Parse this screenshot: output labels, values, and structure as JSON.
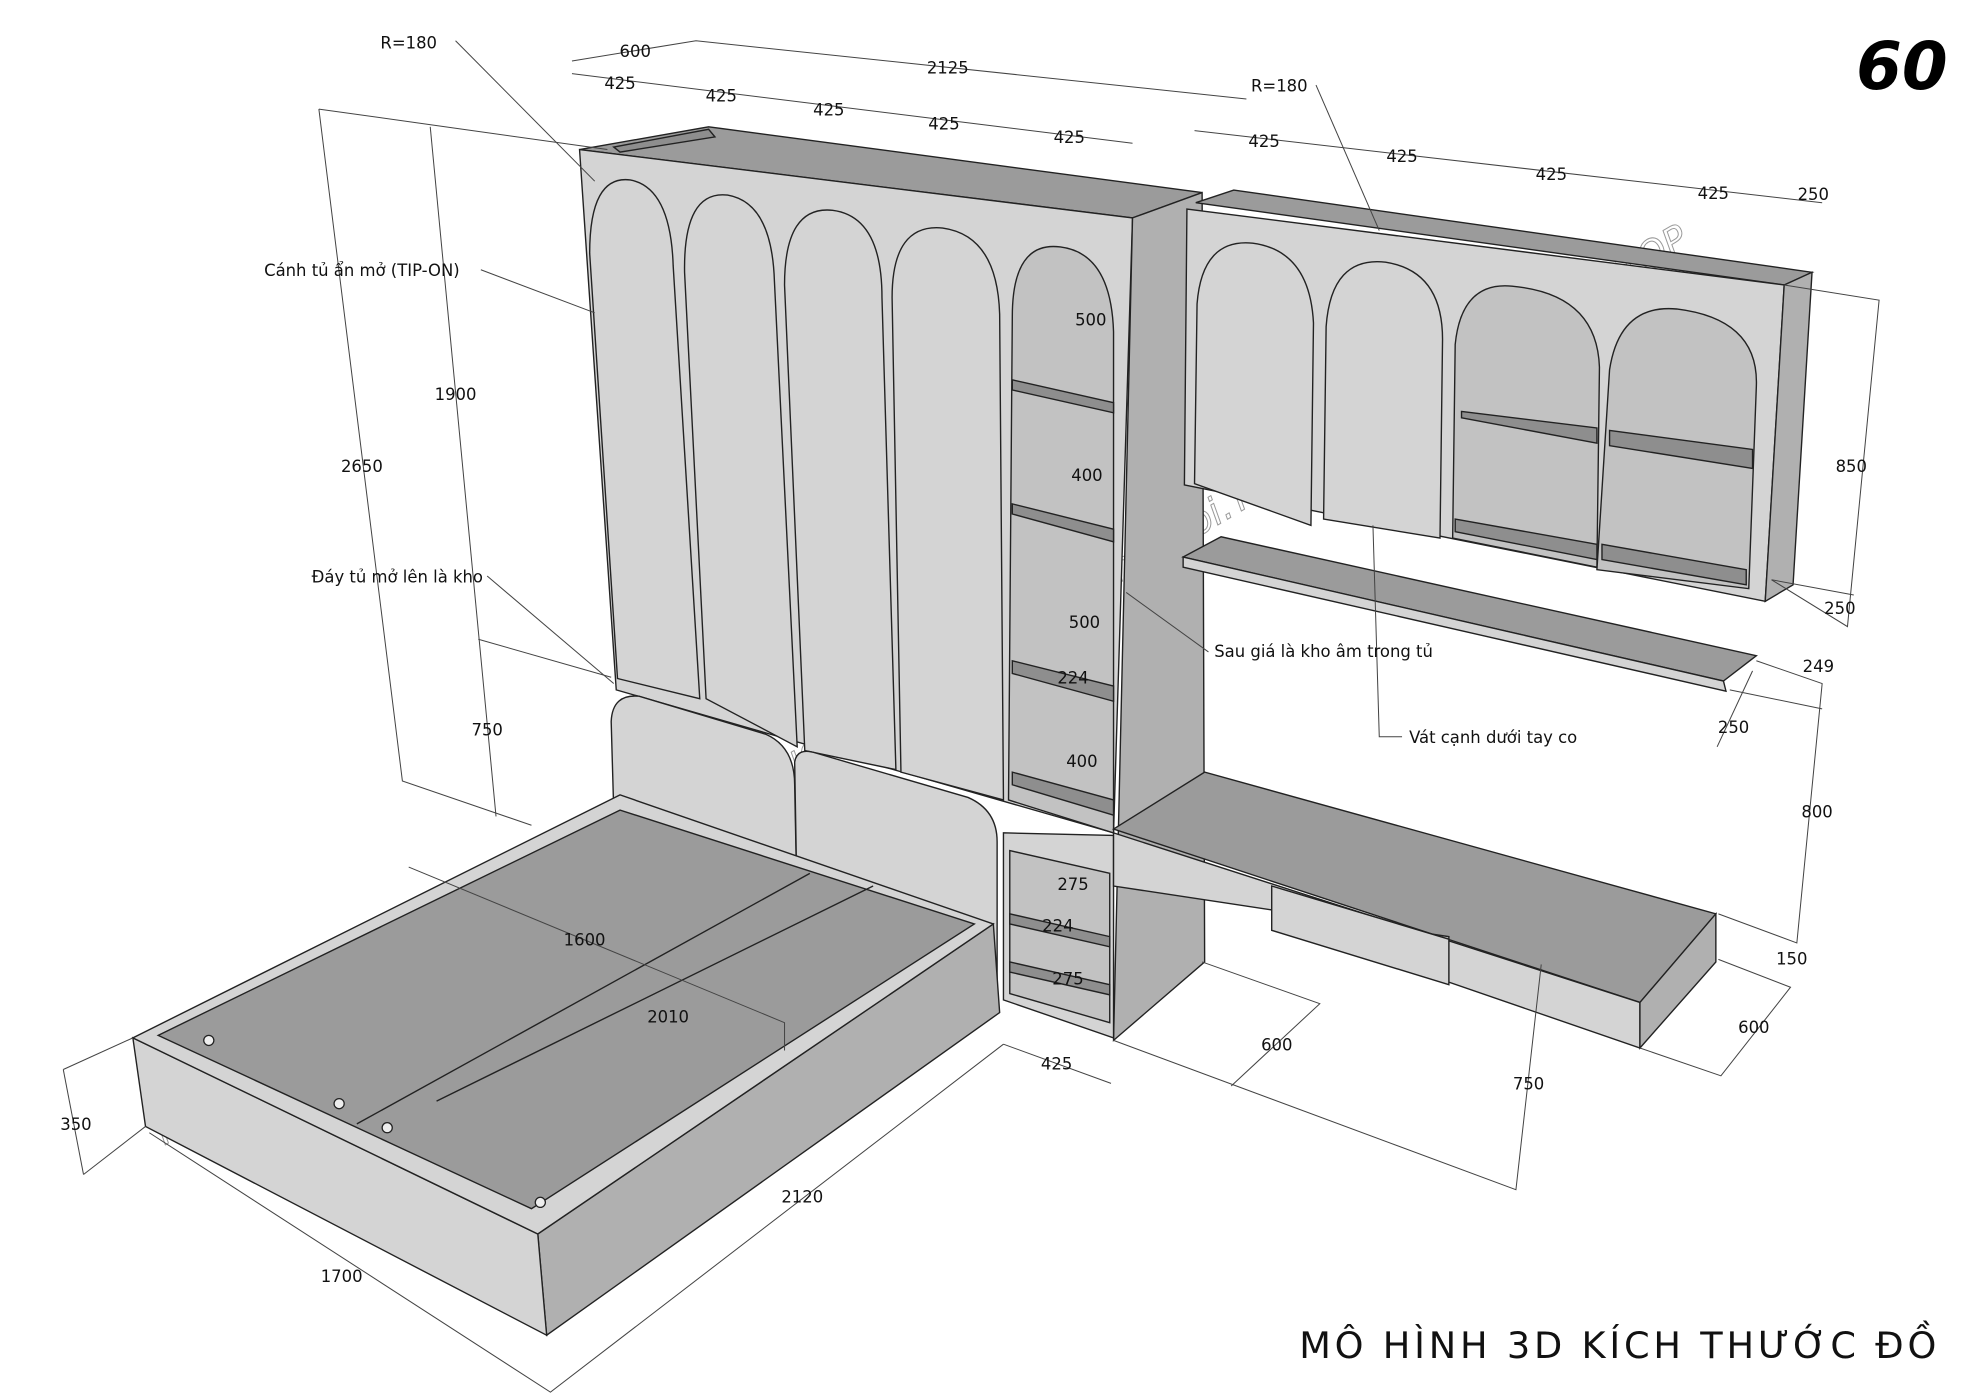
{
  "page_number": "60",
  "title": "MÔ HÌNH 3D KÍCH THƯỚC ĐỒ",
  "watermark": "Noithatphongcuoi.TOP _Noithatphongcuoi.TOP - Noithatphongcuoi.TOP - Noithatphongcuoi.TOP",
  "annotations": {
    "radius_left": "R=180",
    "radius_right": "R=180",
    "tip_on_door": "Cánh tủ ẩn mở (TIP-ON)",
    "storage_base": "Đáy tủ mở lên là kho",
    "hidden_storage": "Sau giá là kho âm trong tủ",
    "chamfer": "Vát cạnh dưới tay co"
  },
  "dimensions": {
    "wardrobe_depth": "600",
    "top_total_width": "2125",
    "wardrobe_modules": [
      "425",
      "425",
      "425",
      "425",
      "425"
    ],
    "upper_cabinet_modules": [
      "425",
      "425",
      "425",
      "425"
    ],
    "upper_cabinet_depth_top": "250",
    "wardrobe_upper_height": "1900",
    "total_height": "2650",
    "headboard_height": "750",
    "shelf_heights": [
      "500",
      "400",
      "500",
      "224",
      "400"
    ],
    "lower_cubby": [
      "275",
      "224",
      "275"
    ],
    "upper_cabinet_height": "850",
    "upper_cabinet_depth": "250",
    "wall_shelf_thickness": "249",
    "wall_shelf_depth": "250",
    "desk_height": "800",
    "desk_apron": "150",
    "desk_depth": "600",
    "desk_length": "750",
    "desk_leg_depth": "600",
    "column_width": "425",
    "bed_width_inner": "1600",
    "bed_length_inner": "2010",
    "bed_height": "350",
    "bed_length": "2120",
    "bed_width": "1700"
  }
}
